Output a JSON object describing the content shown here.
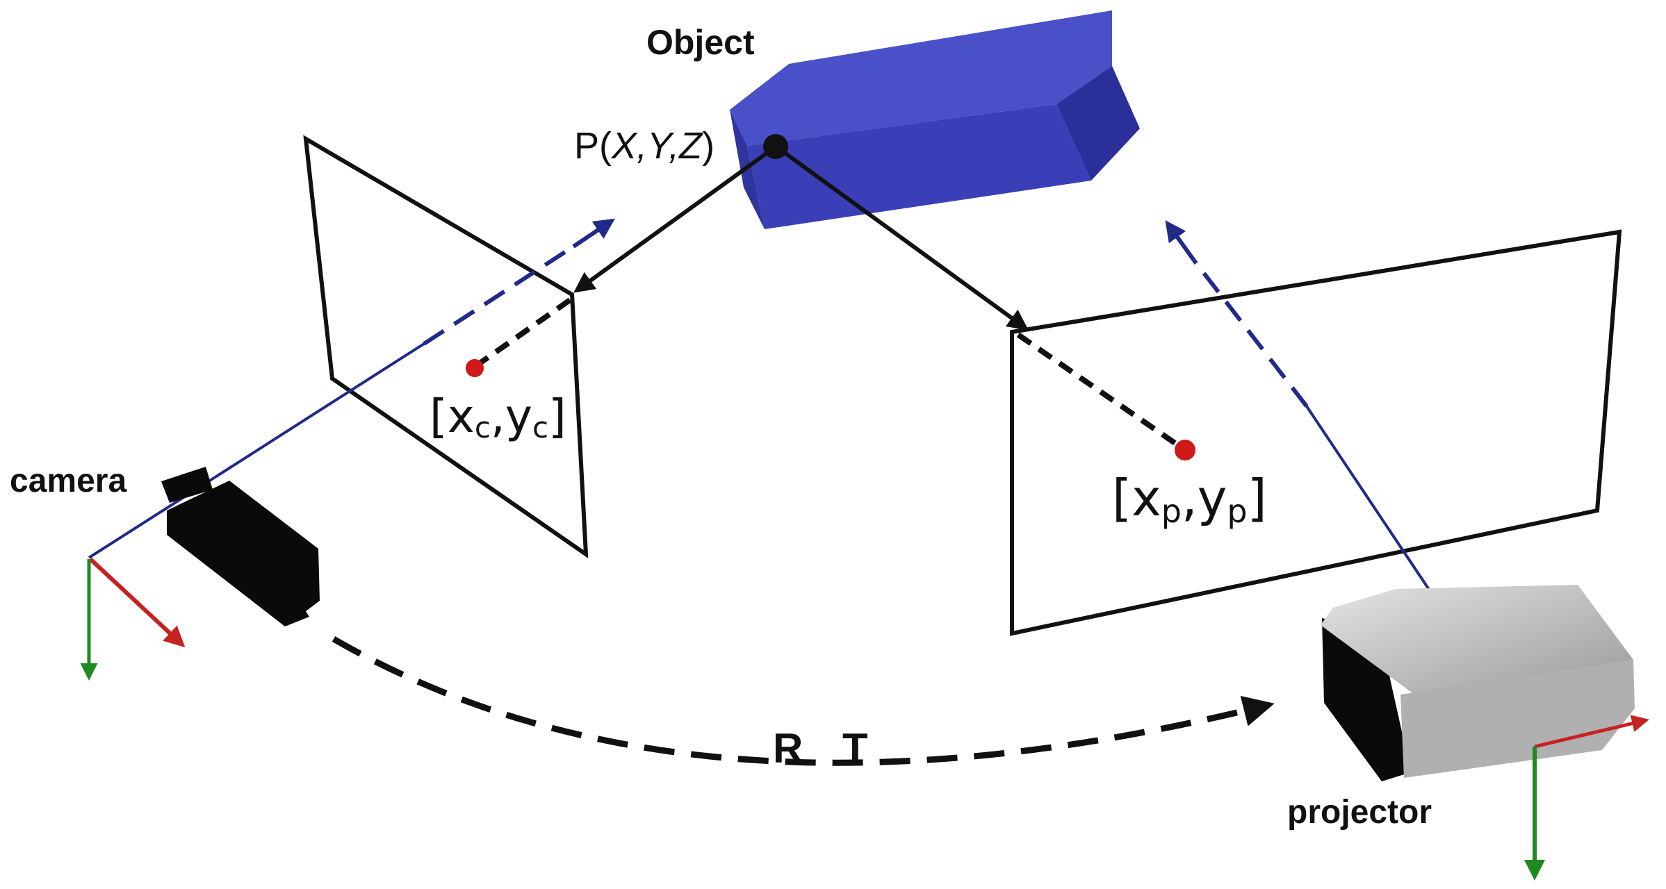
{
  "labels": {
    "object": "Object",
    "point": {
      "prefix": "P(",
      "vars": "X,Y,Z",
      "suffix": ")"
    },
    "camera": "camera",
    "projector": "projector",
    "camera_point": {
      "open": "[x",
      "sub1": "c",
      "mid": ",y",
      "sub2": "c",
      "close": "]"
    },
    "projector_point": {
      "open": "[x",
      "sub1": "p",
      "mid": ",y",
      "sub2": "p",
      "close": "]"
    },
    "rotation": "R",
    "translation": "T"
  },
  "colors": {
    "object_front": "#3a3fb8",
    "object_top": "#4a50c8",
    "object_side": "#2b2f9a",
    "optical_axis": "#1f2a8a",
    "projection_line": "#111111",
    "image_point": "#d01818",
    "axis_x": "#c62222",
    "axis_y": "#1f8a1f",
    "camera_body": "#0a0a0a",
    "projector_body": "#c8c8c8"
  }
}
